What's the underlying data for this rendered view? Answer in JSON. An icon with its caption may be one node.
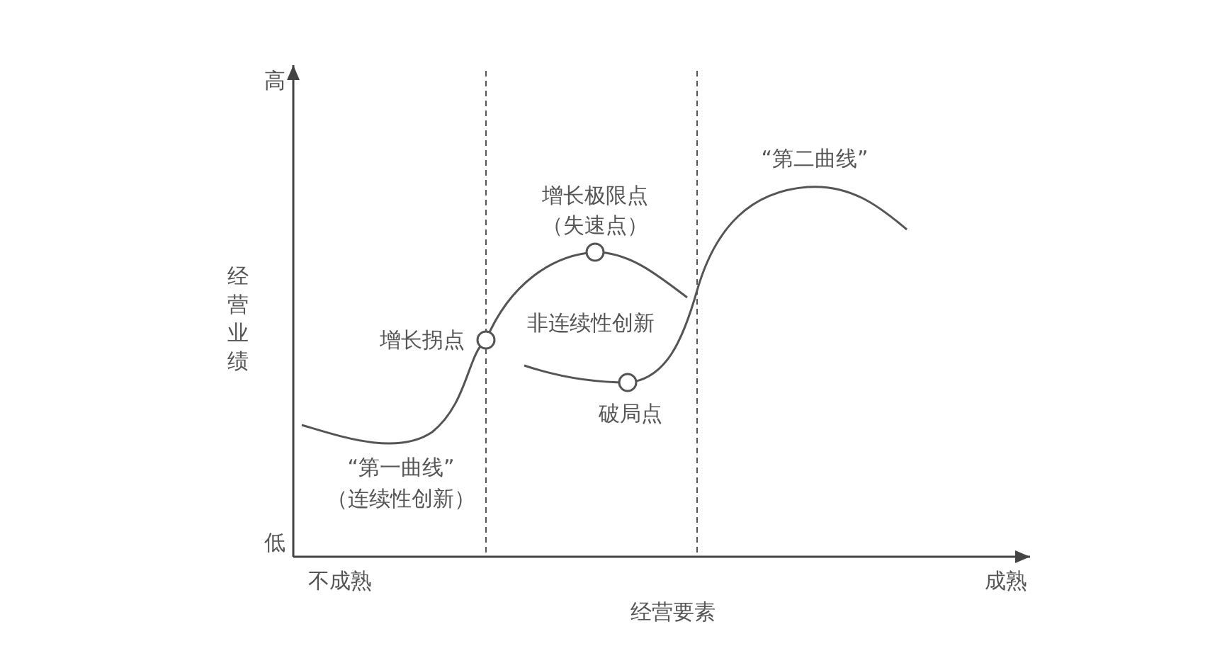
{
  "diagram": {
    "nodes": [
      {
        "text": [],
        "shape": "circle",
        "beside": [
          "增长拐点"
        ]
      },
      {
        "text": [],
        "shape": "circle",
        "beside": [
          "增长极限点",
          "（失速点）"
        ]
      },
      {
        "text": [],
        "shape": "circle",
        "beside": [
          "破局点"
        ]
      }
    ],
    "edges": [],
    "labels": [
      "高",
      "经营业绩",
      "低",
      "不成熟",
      "成熟",
      "经营要素",
      "“第一曲线”",
      "（连续性创新）",
      "非连续性创新",
      "“第二曲线”"
    ]
  }
}
